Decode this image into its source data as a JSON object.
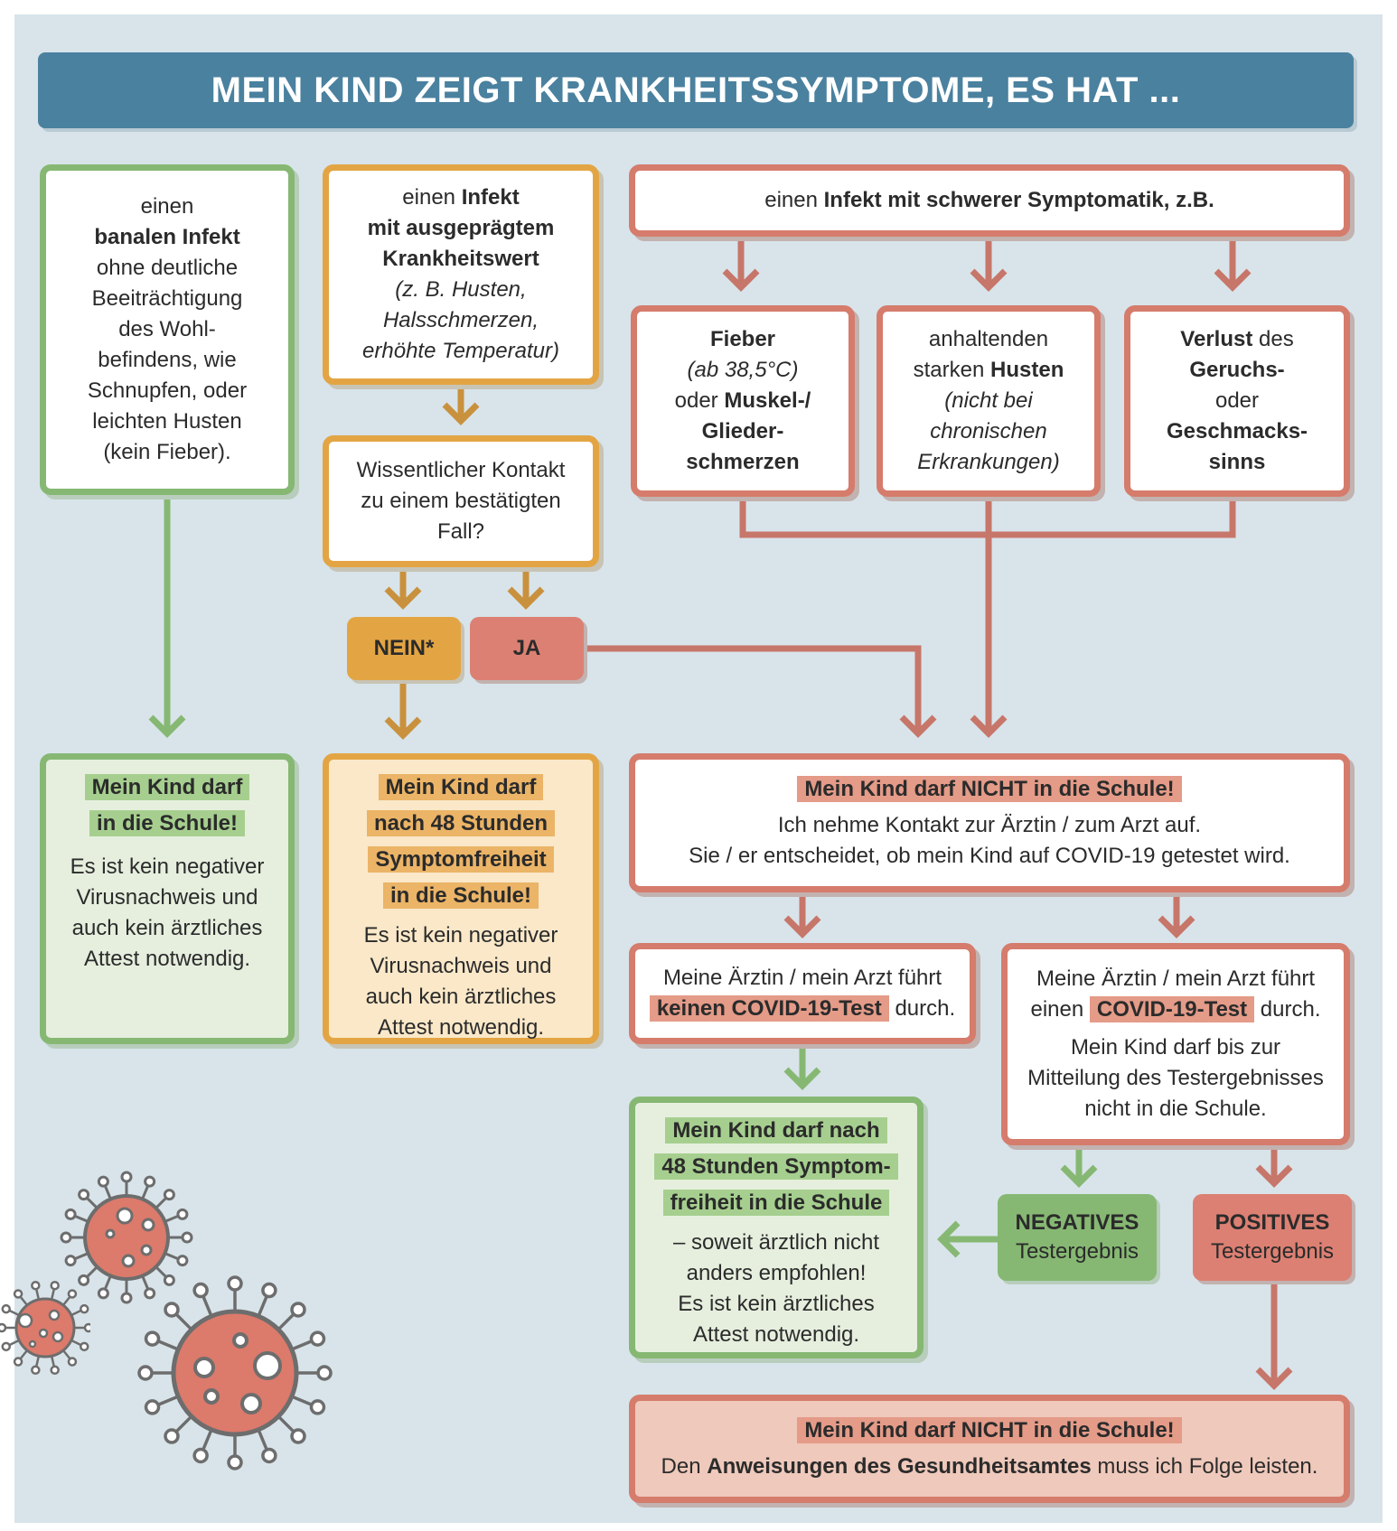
{
  "title": "MEIN KIND ZEIGT KRANKHEITSSYMPTOME, ES HAT ...",
  "col_banal": {
    "l1": "einen",
    "l2": "banalen Infekt",
    "l3": "ohne deutliche",
    "l4": "Beeiträchtigung",
    "l5": "des Wohl-",
    "l6": "befindens, wie",
    "l7": "Schnupfen, oder",
    "l8": "leichten Husten",
    "l9": "(kein Fieber)."
  },
  "col_infekt": {
    "l1a": "einen ",
    "l1b": "Infekt",
    "l2": "mit ausgeprägtem",
    "l3": "Krankheitswert",
    "l4": "(z. B. Husten,",
    "l5": "Halsschmerzen,",
    "l6": "erhöhte Temperatur)"
  },
  "kontakt": {
    "l1": "Wissentlicher Kontakt",
    "l2": "zu einem bestätigten",
    "l3": "Fall?"
  },
  "nein_label": "NEIN*",
  "ja_label": "JA",
  "schwer": {
    "a": "einen ",
    "b": "Infekt mit schwerer Symptomatik, z.B."
  },
  "fieber": {
    "l1": "Fieber",
    "l2": "(ab 38,5°C)",
    "l3a": "oder ",
    "l3b": "Muskel-/",
    "l4": "Glieder-",
    "l5": "schmerzen"
  },
  "husten": {
    "l1": "anhaltenden",
    "l2a": "starken ",
    "l2b": "Husten",
    "l3": "(nicht bei",
    "l4": "chronischen",
    "l5": "Erkrankungen)"
  },
  "verlust": {
    "l1a": "Verlust",
    "l1b": " des",
    "l2": "Geruchs-",
    "l3": "oder",
    "l4": "Geschmacks-",
    "l5": "sinns"
  },
  "result_green": {
    "h1": "Mein Kind darf",
    "h2": "in die Schule!",
    "l1": "Es ist kein negativer",
    "l2": "Virusnachweis und",
    "l3": "auch kein ärztliches",
    "l4": "Attest notwendig."
  },
  "result_orange": {
    "h1": "Mein Kind darf",
    "h2": "nach 48 Stunden",
    "h3": "Symptomfreiheit",
    "h4": "in die Schule!",
    "l1": "Es ist kein negativer",
    "l2": "Virusnachweis und",
    "l3": "auch kein ärztliches",
    "l4": "Attest notwendig."
  },
  "result_red": {
    "h": "Mein Kind darf NICHT in die Schule!",
    "l1": "Ich nehme Kontakt zur Ärztin / zum Arzt auf.",
    "l2": "Sie / er entscheidet, ob mein Kind auf COVID-19 getestet wird."
  },
  "no_test": {
    "l1": "Meine Ärztin / mein Arzt führt",
    "l2a": "keinen COVID-19-Test",
    "l2b": " durch."
  },
  "test": {
    "l1": "Meine Ärztin / mein Arzt führt",
    "l2a": "einen ",
    "l2b": "COVID-19-Test",
    "l2c": " durch.",
    "l3": "Mein Kind darf bis zur",
    "l4": "Mitteilung des Testergebnisses",
    "l5": "nicht in die Schule."
  },
  "negativ": {
    "l1": "NEGATIVES",
    "l2": "Testergebnis"
  },
  "positiv": {
    "l1": "POSITIVES",
    "l2": "Testergebnis"
  },
  "result_48": {
    "h1": "Mein Kind darf nach",
    "h2": "48 Stunden Symptom-",
    "h3": "freiheit in die Schule",
    "l1": "– soweit ärztlich nicht",
    "l2": "anders empfohlen!",
    "l3": "Es ist kein ärztliches",
    "l4": "Attest notwendig."
  },
  "final": {
    "h": "Mein Kind darf NICHT in die Schule!",
    "l1a": "Den ",
    "l1b": "Anweisungen des Gesundheitsamtes",
    "l1c": " muss ich Folge leisten."
  },
  "colors": {
    "green": "#86b873",
    "orange": "#e3a544",
    "red": "#d57c6c",
    "title": "#4a819f",
    "background": "#d8e4ea"
  }
}
